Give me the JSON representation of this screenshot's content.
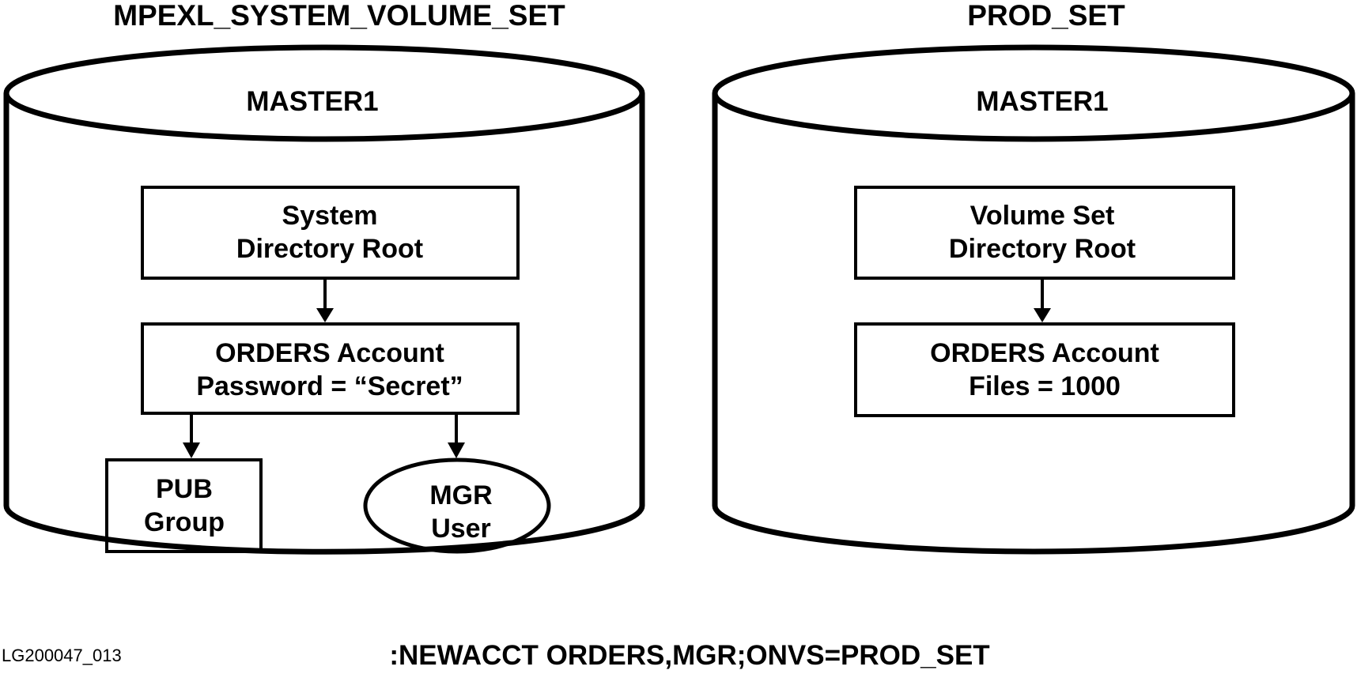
{
  "volume_sets": [
    {
      "set_name": "MPEXL_SYSTEM_VOLUME_SET",
      "volume_name": "MASTER1",
      "root": {
        "lines": [
          "System",
          "Directory  Root"
        ]
      },
      "account": {
        "lines": [
          "ORDERS Account",
          "Password = “Secret”"
        ]
      },
      "group": {
        "lines": [
          "PUB",
          "Group"
        ]
      },
      "user": {
        "lines": [
          "MGR",
          "User"
        ]
      }
    },
    {
      "set_name": "PROD_SET",
      "volume_name": "MASTER1",
      "root": {
        "lines": [
          "Volume Set",
          "Directory  Root"
        ]
      },
      "account": {
        "lines": [
          "ORDERS Account",
          "Files = 1000"
        ]
      }
    }
  ],
  "command": ":NEWACCT ORDERS,MGR;ONVS=PROD_SET",
  "figure_id": "LG200047_013",
  "colors": {
    "ink": "#000000",
    "background": "#ffffff"
  }
}
